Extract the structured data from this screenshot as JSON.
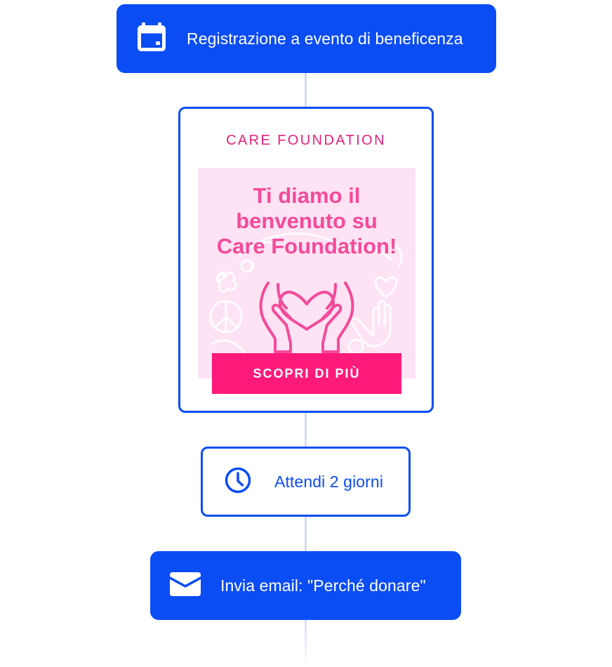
{
  "flow": {
    "trigger": {
      "label": "Registrazione a evento di beneficenza",
      "icon": "calendar-icon"
    },
    "email_preview": {
      "brand": "CARE FOUNDATION",
      "headline": [
        "Ti diamo il",
        "benvenuto su",
        "Care Foundation!"
      ],
      "cta_label": "SCOPRI DI PIÙ",
      "illustration": "hands-heart-icon"
    },
    "wait_step": {
      "label": "Attendi 2 giorni",
      "icon": "clock-icon"
    },
    "email_step": {
      "label": "Invia email: \"Perché donare\"",
      "icon": "envelope-icon"
    }
  },
  "colors": {
    "primary": "#0b4df5",
    "connector": "#d3dcf7",
    "brand_pink": "#e8207a",
    "headline_pink": "#f44a9a",
    "hero_bg": "#fde3f3",
    "cta_bg": "#fe1a7a"
  }
}
